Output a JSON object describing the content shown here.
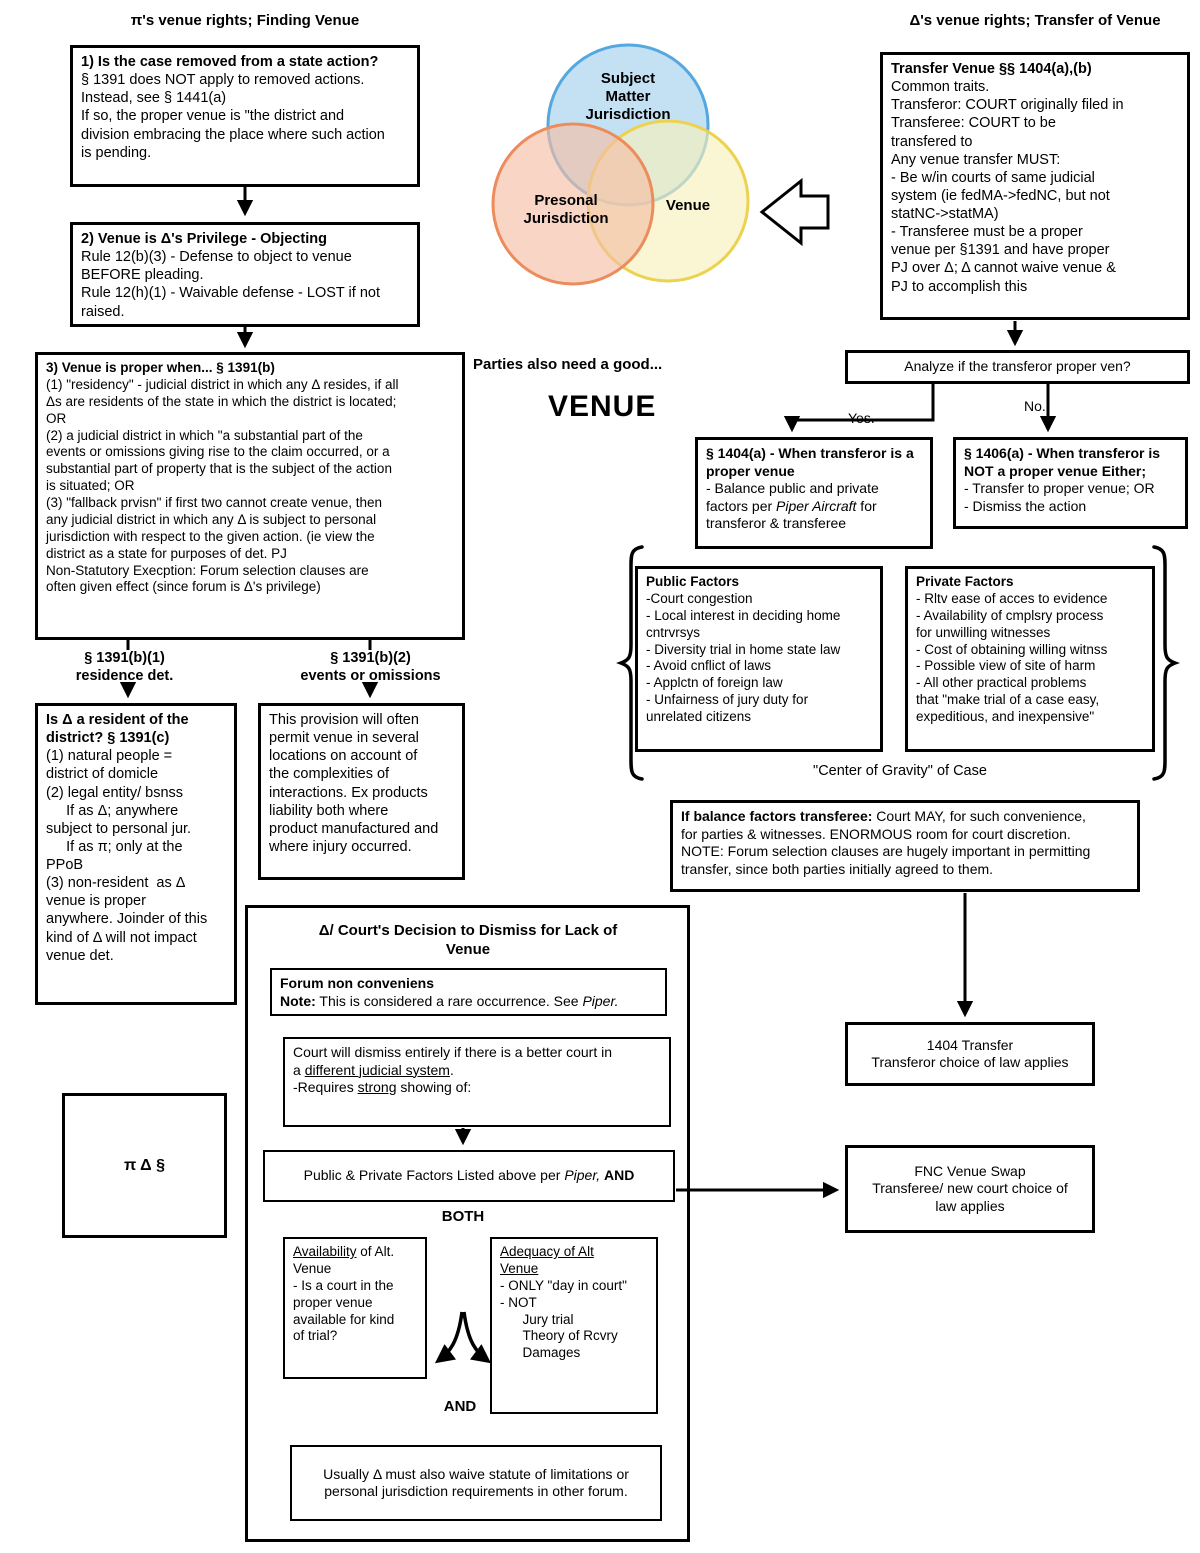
{
  "finding": {
    "header": "π's venue rights; Finding Venue",
    "box1": {
      "title": "1) Is the case removed from a state action?",
      "body": "§ 1391 does NOT apply to removed actions.\nInstead, see § 1441(a)\nIf so, the proper venue is \"the district and\ndivision embracing the place where such action\nis pending."
    },
    "box2": {
      "title": "2) Venue is Δ's Privilege - Objecting",
      "body": "Rule 12(b)(3) - Defense to object to venue\nBEFORE pleading.\nRule 12(h)(1) - Waivable defense - LOST if not\nraised."
    },
    "box3": {
      "title": "3) Venue is proper when... § 1391(b)",
      "body": "(1) \"residency\" - judicial district in which any Δ resides, if all\nΔs are residents of the state in which the district is located;\nOR\n(2) a judicial district in which \"a substantial part of the\nevents or omissions giving rise to the claim occurred, or a\nsubstantial part of property that is the subject of the action\nis situated; OR\n(3) \"fallback prvisn\" if first two cannot create venue, then\nany judicial district in which any Δ is subject to personal\njurisdiction with respect to the given action. (ie view the\ndistrict as a state for purposes of det. PJ\nNon-Statutory Execption: Forum selection clauses are\noften given effect (since forum is Δ's privilege)"
    },
    "label_b1": "§ 1391(b)(1)\nresidence det.",
    "label_b2": "§ 1391(b)(2)\nevents or omissions",
    "resident_box": {
      "title": "Is Δ a resident of the district? § 1391(c)",
      "body": "(1) natural people =\ndistrict of domicle\n(2) legal entity/ bsnss\n     If as Δ; anywhere\nsubject to personal jur.\n     If as π; only at the\nPPoB\n(3) non-resident  as Δ\nvenue is proper\nanywhere. Joinder of this\nkind of Δ will not impact\nvenue det."
    },
    "provision_box": "This provision will often\npermit venue in several\nlocations on account of\nthe complexities of\ninteractions. Ex products\nliability both where\nproduct manufactured and\nwhere injury occurred."
  },
  "venn": {
    "smj_label": "Subject\nMatter\nJurisdiction",
    "pj_label": "Presonal\nJurisdiction",
    "venue_label": "Venue",
    "colors": {
      "smj_fill": "#a5d1ee",
      "smj_stroke": "#54a7df",
      "pj_fill": "#f4bfa6",
      "pj_stroke": "#ec8c5c",
      "venue_fill": "#f8f0ba",
      "venue_stroke": "#ecd24e"
    }
  },
  "middle": {
    "parties_text": "Parties also need a good...",
    "venue_word": "VENUE"
  },
  "transfer": {
    "header": "Δ's venue rights; Transfer of Venue",
    "transfer_box": {
      "title": "Transfer Venue §§ 1404(a),(b)",
      "body": "Common traits.\nTransferor: COURT originally filed in\nTransferee: COURT to be\ntransfered to\nAny venue transfer MUST:\n- Be w/in courts of same judicial\nsystem (ie fedMA->fedNC, but not\nstatNC->statMA)\n- Transferee must be a proper\nvenue per §1391 and have proper\nPJ over Δ; Δ cannot waive venue &\nPJ to accomplish this"
    },
    "analyze_label": "Analyze if the transferor proper ven?",
    "yes_label": "Yes.",
    "no_label": "No.",
    "s1404_box": {
      "title": "§ 1404(a) - When transferor is a proper venue",
      "body": "- Balance public and private factors per *Piper Aircraft* for transferor & transferee"
    },
    "s1406_box": {
      "title": "§ 1406(a) - When transferor is NOT a proper venue Either;",
      "body": "- Transfer to proper venue; OR\n- Dismiss the action"
    },
    "public_box": {
      "title": "Public Factors",
      "body": "-Court congestion\n- Local interest in deciding home\ncntrvrsys\n- Diversity trial in home state law\n- Avoid cnflict of laws\n- Applctn of foreign law\n- Unfairness of jury duty for\nunrelated citizens"
    },
    "private_box": {
      "title": "Private Factors",
      "body": "- Rltv ease of acces to evidence\n- Availability of cmplsry process\nfor unwilling witnesses\n- Cost of obtaining willing witnss\n- Possible view of site of harm\n- All other practical problems\nthat \"make trial of a case easy,\nexpeditious, and inexpensive\""
    },
    "center_gravity": "\"Center of Gravity\" of Case",
    "balance_box": "**If balance factors transferee:** Court MAY, for such convenience,\nfor parties & witnesses. ENORMOUS room for court discretion.\nNOTE: Forum selection clauses are hugely important in permitting\ntransfer, since both parties initially agreed to them.",
    "transfer1404_box": "1404 Transfer\nTransferor choice of law applies",
    "fnc_swap_box": "FNC Venue Swap\nTransferee/ new court choice of\nlaw applies"
  },
  "fnc": {
    "title": "Δ/ Court's Decision to Dismiss for Lack of\nVenue",
    "note_box": "**Forum non conveniens**\n**Note:** This is considered a rare occurrence. See *Piper.*",
    "dismiss_box": "Court will dismiss entirely if there is a better court in\na __different judicial system__.\n-Requires __strong__ showing of:",
    "piper_and_box": "Public & Private Factors Listed above per *Piper,* **AND**",
    "both_label": "BOTH",
    "availability_box": "__Availability__ of Alt.\nVenue\n- Is a court in the\nproper venue\navailable for kind\nof trial?",
    "adequacy_box": "__Adequacy of Alt__\n__Venue__\n- ONLY \"day in court\"\n- NOT\n      Jury trial\n      Theory of Rcvry\n      Damages",
    "and_label": "AND",
    "waive_box": "Usually Δ must also waive statute of limitations or\npersonal jurisdiction requirements in other forum."
  },
  "legend_box": "π Δ §"
}
